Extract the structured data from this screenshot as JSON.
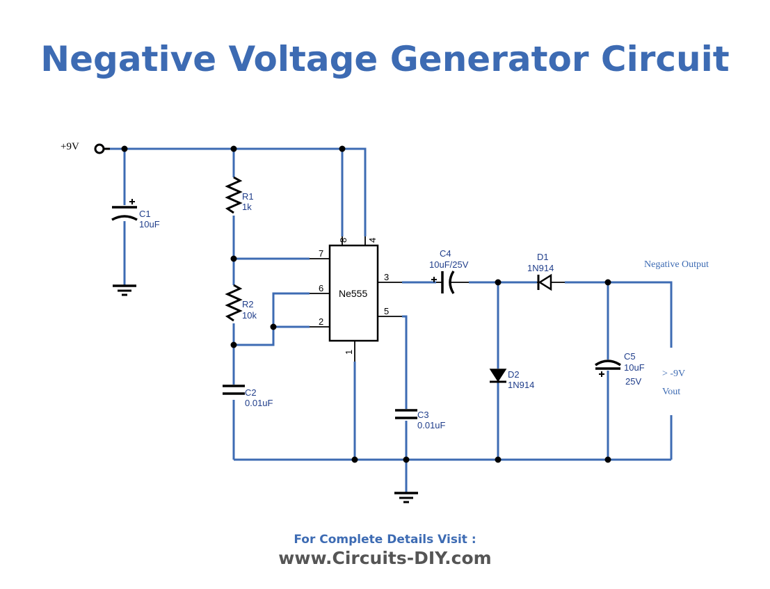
{
  "title": "Negative Voltage Generator Circuit",
  "footer": {
    "visit_text": "For Complete Details Visit :",
    "url": "www.Circuits-DIY.com"
  },
  "colors": {
    "title": "#3d6bb3",
    "wire": "#3d6bb3",
    "footer_url": "#555555"
  },
  "supply_label": "+9V",
  "ic": {
    "name": "Ne555",
    "pins": {
      "p1": "1",
      "p2": "2",
      "p3": "3",
      "p4": "4",
      "p5": "5",
      "p6": "6",
      "p7": "7",
      "p8": "8"
    }
  },
  "components": {
    "C1": {
      "ref": "C1",
      "value": "10uF"
    },
    "R1": {
      "ref": "R1",
      "value": "1k"
    },
    "R2": {
      "ref": "R2",
      "value": "10k"
    },
    "C2": {
      "ref": "C2",
      "value": "0.01uF"
    },
    "C3": {
      "ref": "C3",
      "value": "0.01uF"
    },
    "C4": {
      "ref": "C4",
      "value": "10uF/25V"
    },
    "D1": {
      "ref": "D1",
      "value": "1N914"
    },
    "D2": {
      "ref": "D2",
      "value": "1N914"
    },
    "C5": {
      "ref": "C5",
      "value": "10uF",
      "rating": "25V"
    }
  },
  "output": {
    "label": "Negative Output",
    "voltage": "> -9V",
    "vout": "Vout"
  }
}
